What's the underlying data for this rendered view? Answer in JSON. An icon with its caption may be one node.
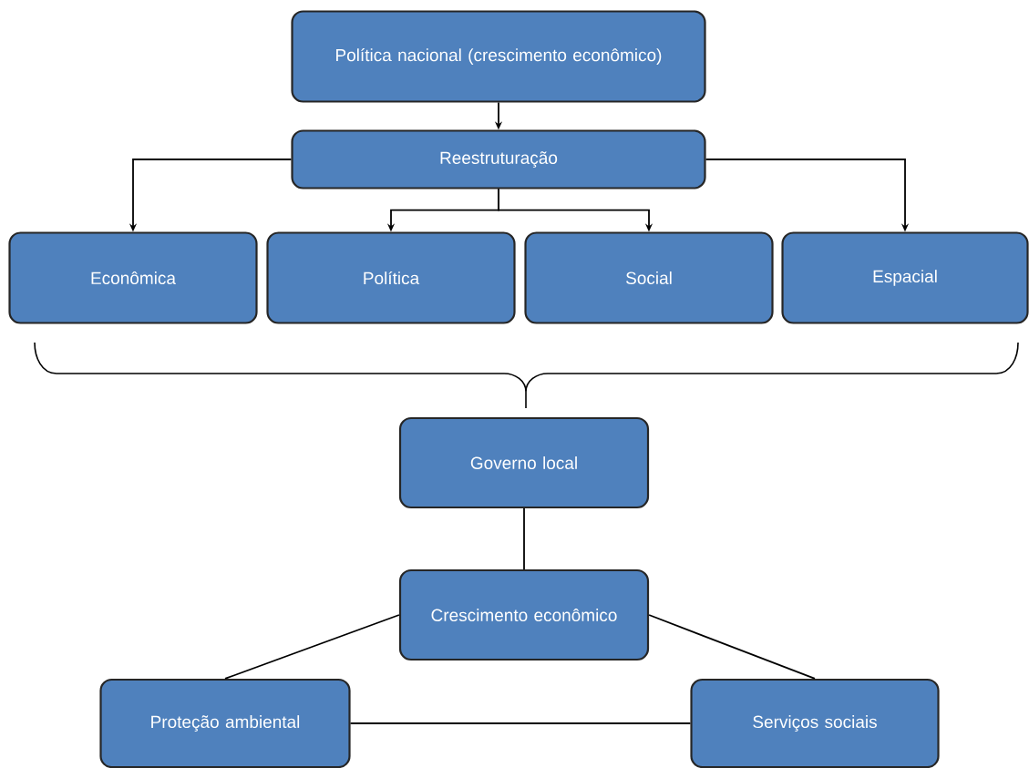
{
  "diagram": {
    "nodes": [
      {
        "text": [
          "Política nacional (crescimento econômico)"
        ]
      },
      {
        "text": [
          "Reestruturação"
        ]
      },
      {
        "text": [
          "Econômica"
        ]
      },
      {
        "text": [
          "Política"
        ]
      },
      {
        "text": [
          "Social"
        ]
      },
      {
        "text": [
          "Espacial"
        ]
      },
      {
        "text": [
          "Governo local"
        ]
      },
      {
        "text": [
          "Crescimento econômico"
        ]
      },
      {
        "text": [
          "Proteção ambiental"
        ]
      },
      {
        "text": [
          "Serviços sociais"
        ]
      }
    ],
    "edges": [
      {
        "from": 0,
        "to": 1,
        "arrow": "to"
      },
      {
        "from": 1,
        "to": 2,
        "arrow": "to"
      },
      {
        "from": 1,
        "to": 3,
        "arrow": "to"
      },
      {
        "from": 1,
        "to": 4,
        "arrow": "to"
      },
      {
        "from": 1,
        "to": 5,
        "arrow": "to"
      },
      {
        "from": 6,
        "to": 7,
        "arrow": "none"
      },
      {
        "from": 7,
        "to": 8,
        "arrow": "none"
      },
      {
        "from": 7,
        "to": 9,
        "arrow": "none"
      },
      {
        "from": 8,
        "to": 9,
        "arrow": "none"
      }
    ]
  }
}
